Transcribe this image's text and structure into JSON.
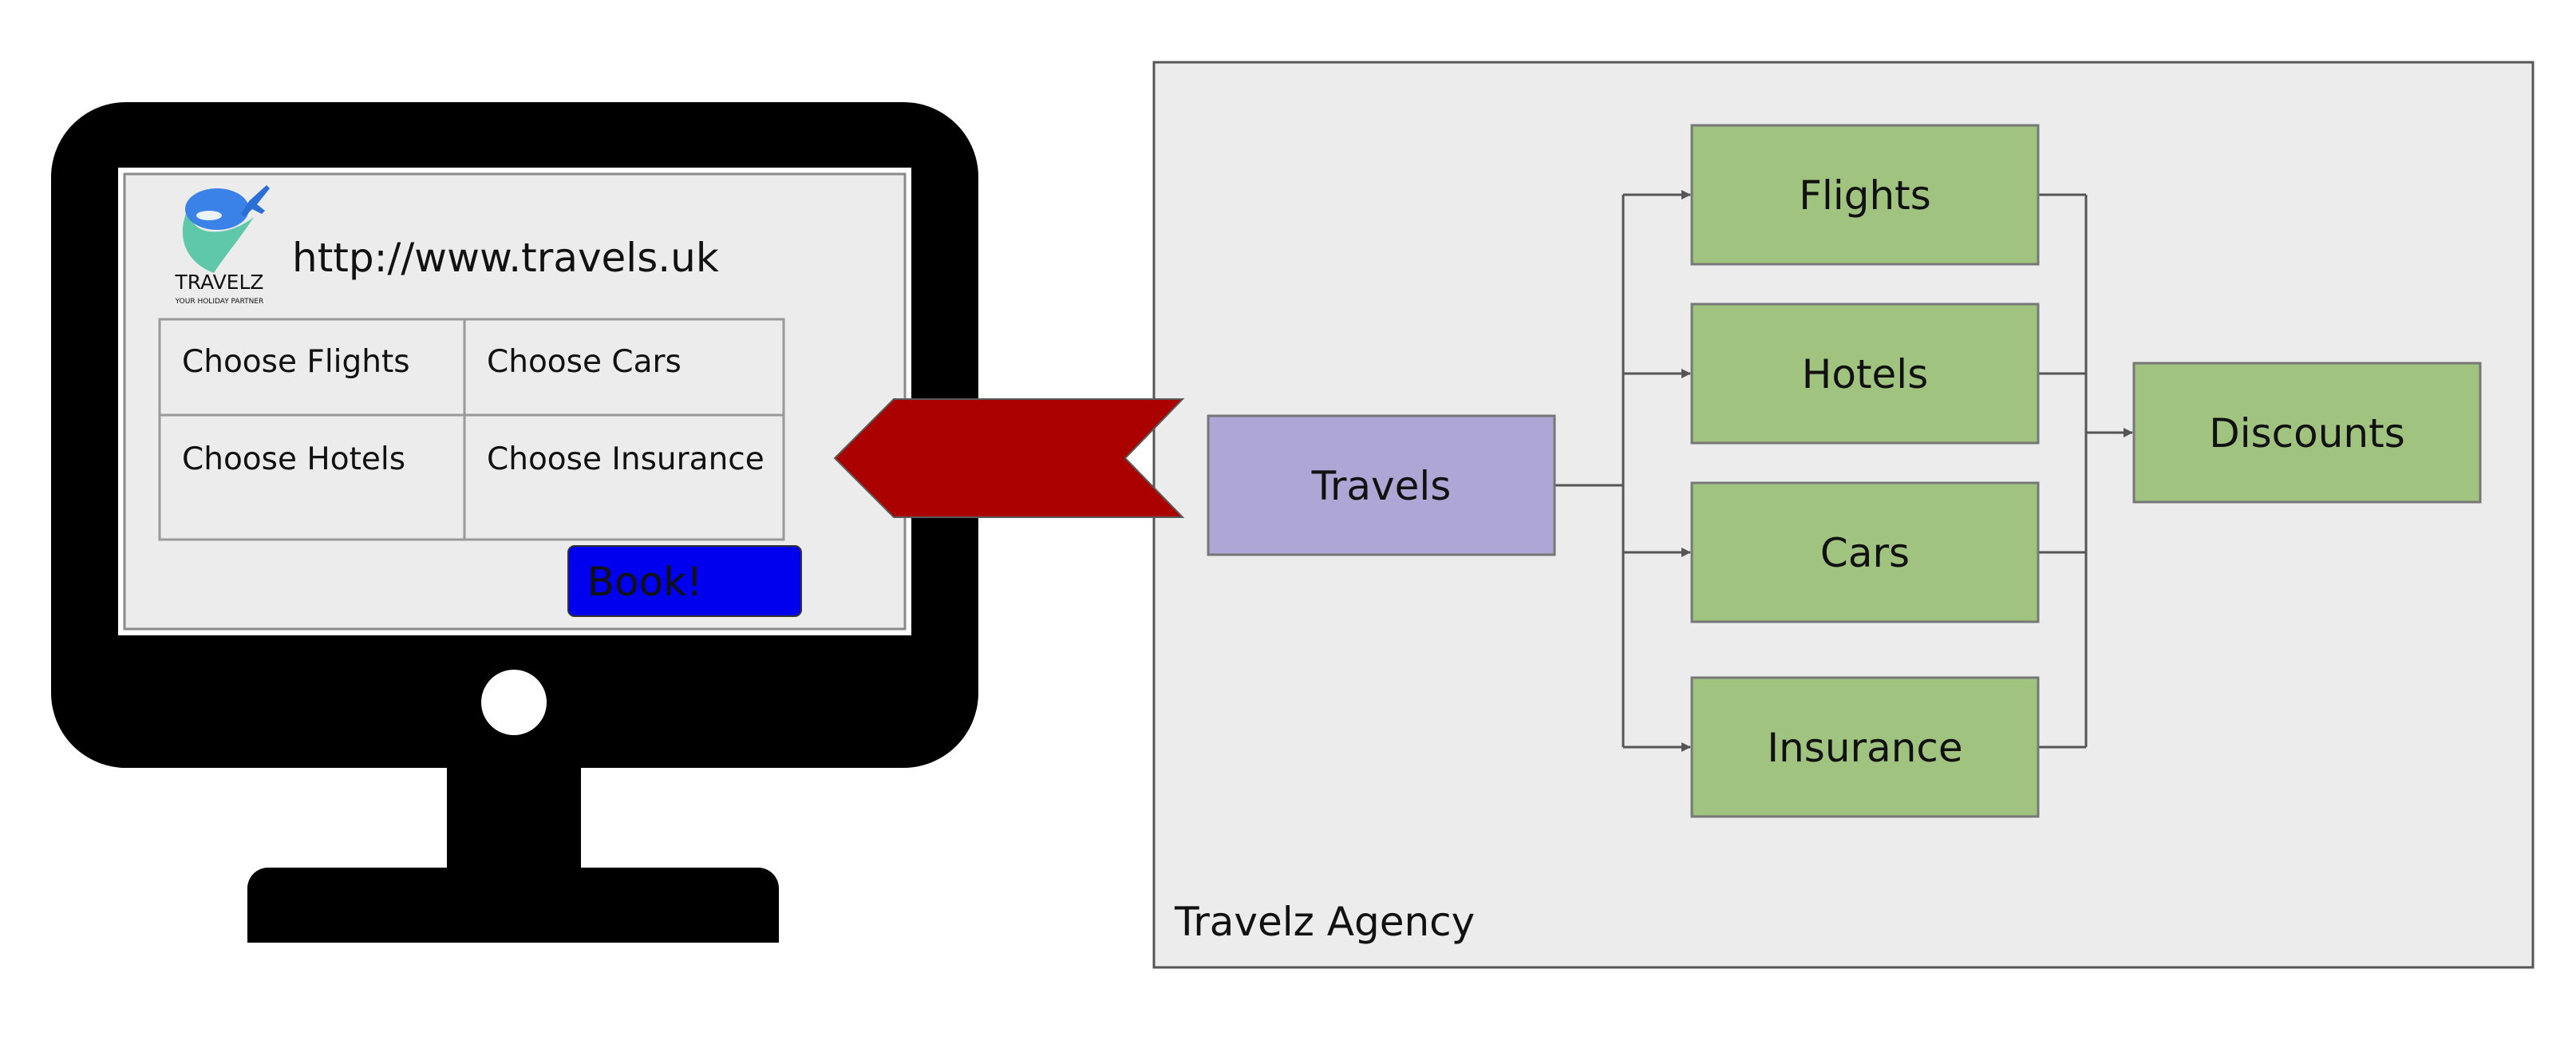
{
  "monitor": {
    "logo": {
      "brand": "TRAVELZ",
      "tagline": "YOUR HOLIDAY PARTNER"
    },
    "url": "http://www.travels.uk",
    "grid": [
      [
        "Choose Flights",
        "Choose Cars"
      ],
      [
        "Choose Hotels",
        "Choose Insurance"
      ]
    ],
    "book_button": "Book!",
    "colors": {
      "button": "#0000ee",
      "screen": "#ececec",
      "frame": "#000000"
    }
  },
  "agency": {
    "label": "Travelz Agency",
    "source": "Travels",
    "services": [
      "Flights",
      "Hotels",
      "Cars",
      "Insurance"
    ],
    "target": "Discounts",
    "colors": {
      "panel": "#ececec",
      "source": "#aea6d4",
      "service": "#a0c37f",
      "arrow": "#aa0000"
    }
  }
}
